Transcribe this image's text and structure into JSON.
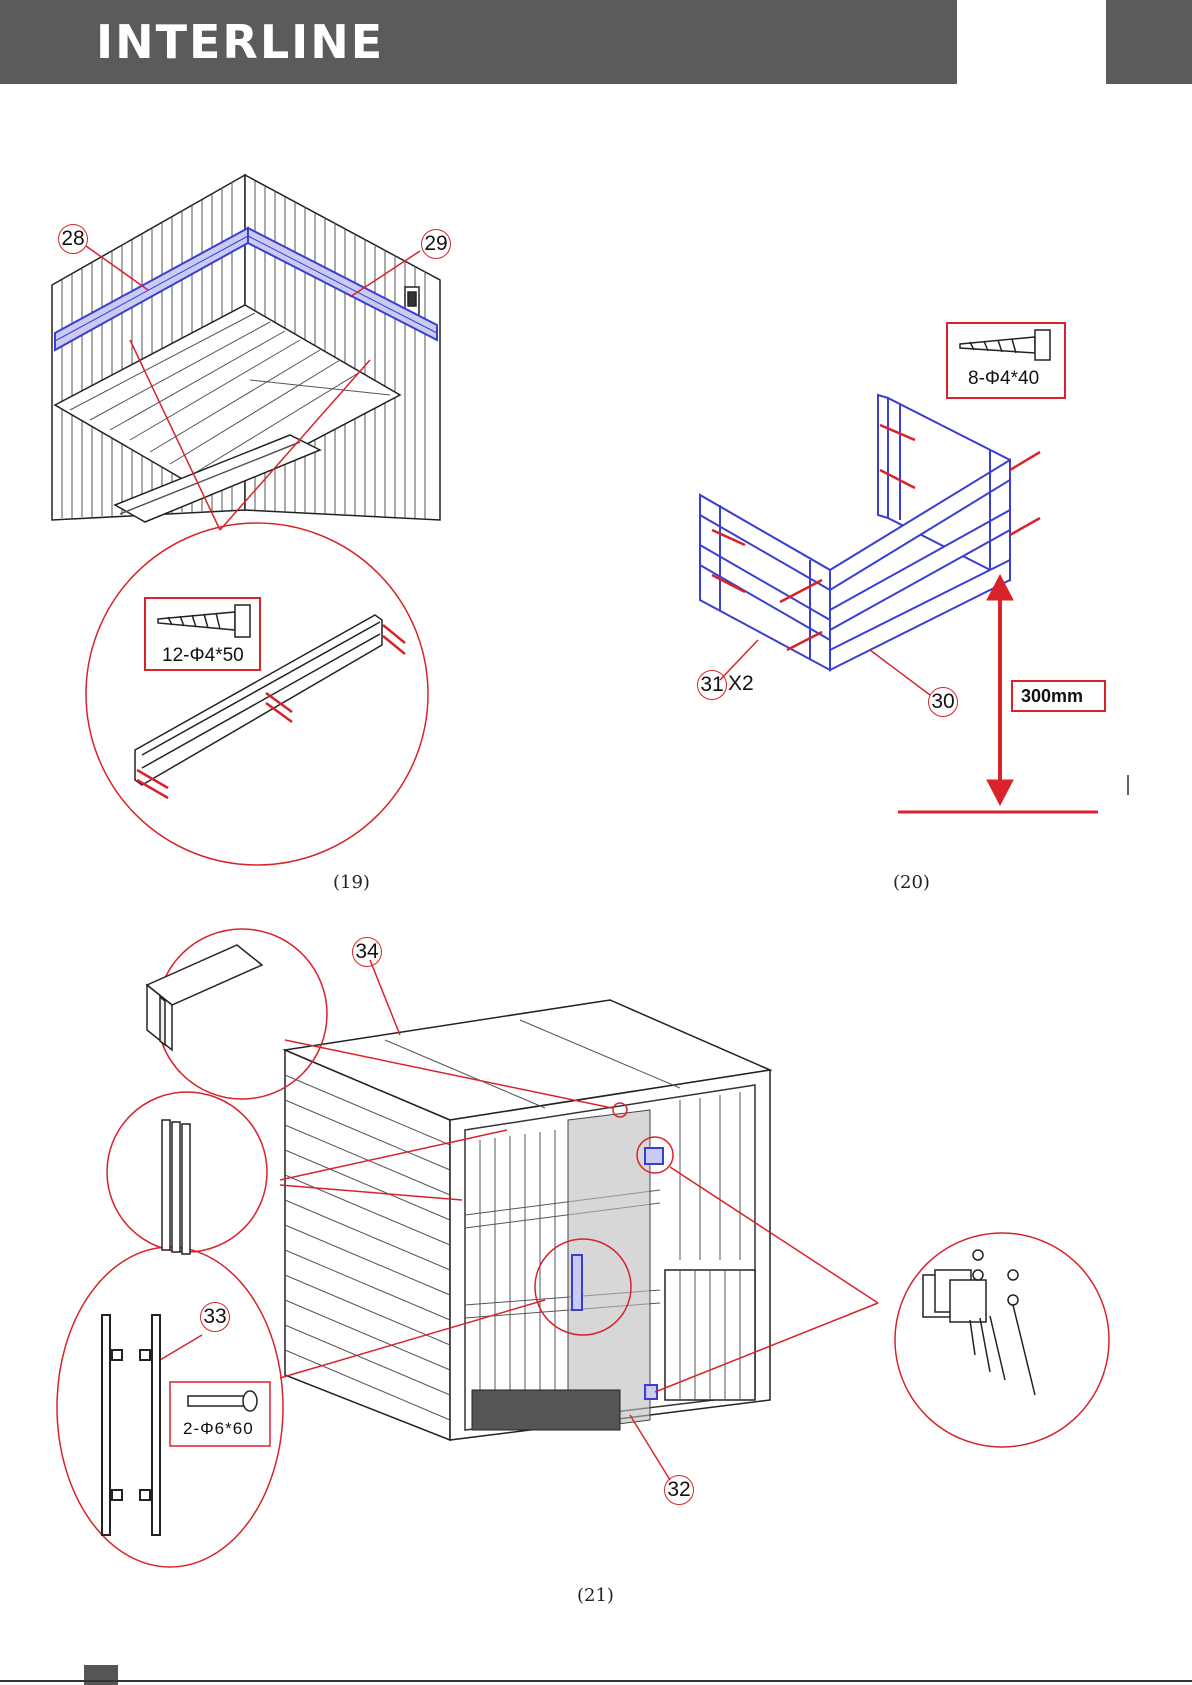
{
  "header": {
    "brand": "INTERLINE"
  },
  "figures": [
    {
      "caption": "(19)",
      "parts": [
        "28",
        "29"
      ],
      "screw_spec": "12-Φ4*50"
    },
    {
      "caption": "(20)",
      "parts": [
        "31",
        "30"
      ],
      "part_qty": "X2",
      "screw_spec": "8-Φ4*40",
      "dimension": "300mm"
    },
    {
      "caption": "(21)",
      "parts": [
        "34",
        "33",
        "32"
      ],
      "screw_spec": "2-Φ6*60"
    }
  ],
  "colors": {
    "header": "#5b5b5b",
    "callout": "#d8232a",
    "part_highlight": "#3a3fd0"
  }
}
